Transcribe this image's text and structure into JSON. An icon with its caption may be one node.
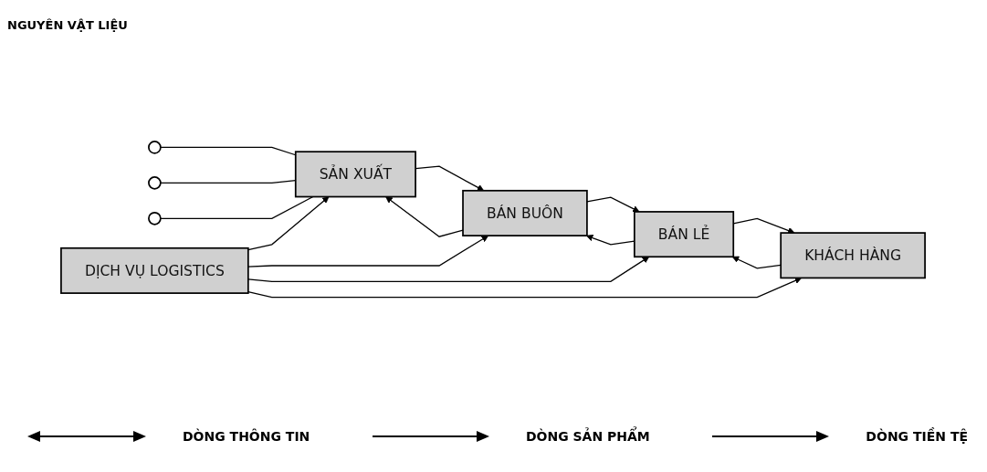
{
  "diagram": {
    "nodes": [
      {
        "text": [],
        "shape": "circle"
      },
      {
        "text": [],
        "shape": "circle"
      },
      {
        "text": [],
        "shape": "circle"
      },
      {
        "text": [
          "SẢN XUẤT"
        ]
      },
      {
        "text": [
          "BÁN BUÔN"
        ]
      },
      {
        "text": [
          "BÁN LẺ"
        ]
      },
      {
        "text": [
          "KHÁCH HÀNG"
        ]
      },
      {
        "text": [
          "DỊCH VỤ LOGISTICS"
        ]
      }
    ],
    "edges": [
      {
        "from": 0,
        "to": 3,
        "arrow": "none"
      },
      {
        "from": 1,
        "to": 3,
        "arrow": "none"
      },
      {
        "from": 2,
        "to": 3,
        "arrow": "none"
      },
      {
        "from": 4,
        "to": 3,
        "arrow": "to"
      },
      {
        "from": 3,
        "to": 4,
        "arrow": "to"
      },
      {
        "from": 5,
        "to": 4,
        "arrow": "to"
      },
      {
        "from": 4,
        "to": 5,
        "arrow": "to"
      },
      {
        "from": 6,
        "to": 5,
        "arrow": "to"
      },
      {
        "from": 5,
        "to": 6,
        "arrow": "to"
      },
      {
        "from": 7,
        "to": 3,
        "arrow": "to"
      },
      {
        "from": 7,
        "to": 4,
        "arrow": "to"
      },
      {
        "from": 7,
        "to": 5,
        "arrow": "to"
      },
      {
        "from": 7,
        "to": 6,
        "arrow": "to"
      }
    ],
    "labels": [
      "NGUYÊN VẬT LIỆU"
    ],
    "legend": [
      {
        "text": "DÒNG THÔNG TIN"
      },
      {
        "text": "DÒNG SẢN PHẨM"
      },
      {
        "text": "DÒNG TIỀN TỆ"
      }
    ]
  }
}
